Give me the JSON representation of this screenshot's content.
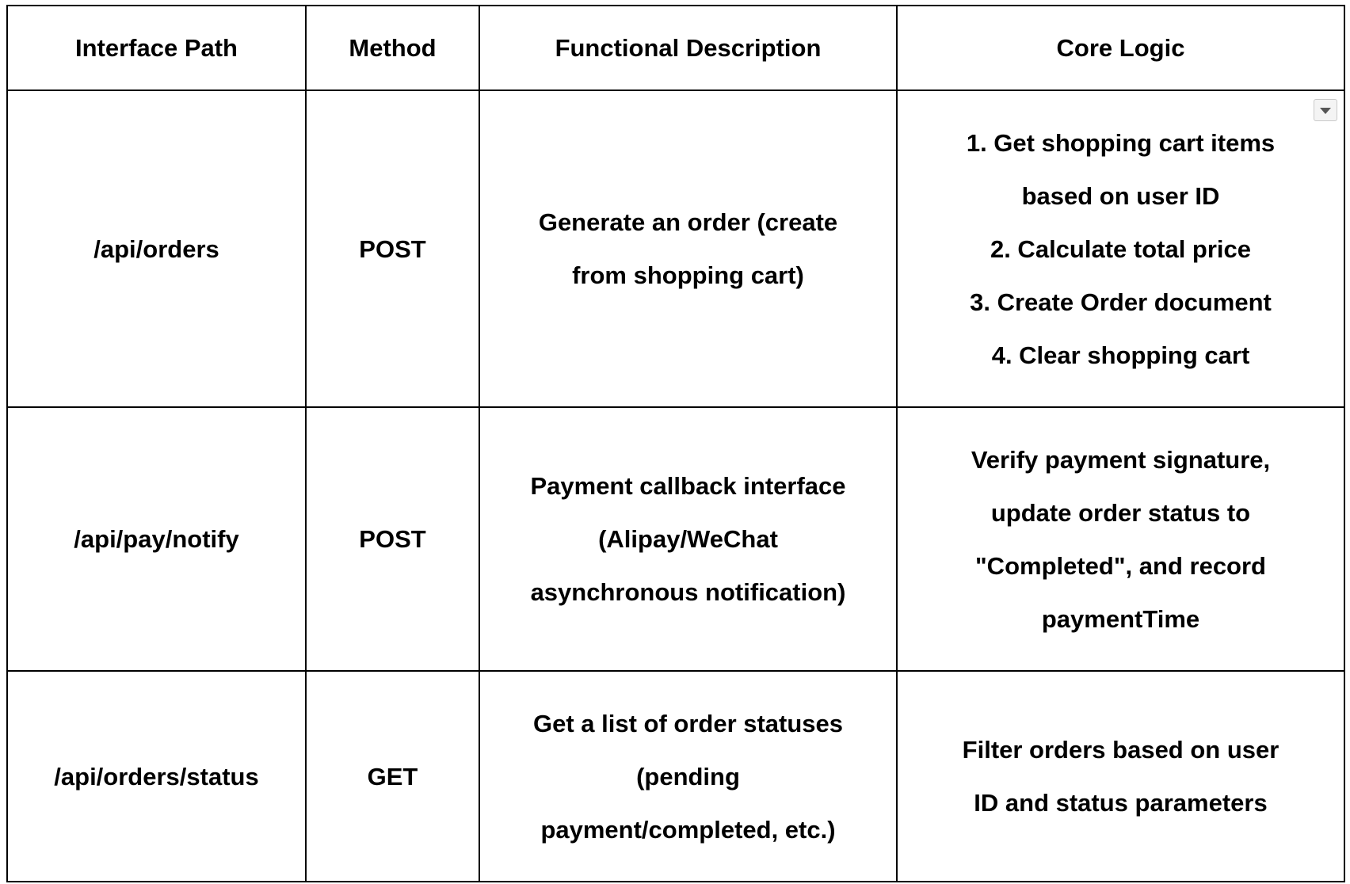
{
  "table": {
    "headers": [
      "Interface Path",
      "Method",
      "Functional Description",
      "Core Logic"
    ],
    "rows": [
      {
        "path": "/api/orders",
        "method": "POST",
        "description": [
          "Generate an order (create",
          "from shopping cart)"
        ],
        "logic": [
          "1. Get shopping cart items",
          "based on user ID",
          "2. Calculate total price",
          "3. Create Order document",
          "4. Clear shopping cart"
        ]
      },
      {
        "path": "/api/pay/notify",
        "method": "POST",
        "description": [
          "Payment callback interface",
          "(Alipay/WeChat",
          "asynchronous notification)"
        ],
        "logic": [
          "Verify payment signature,",
          "update order status to",
          "\"Completed\", and record",
          "paymentTime"
        ]
      },
      {
        "path": "/api/orders/status",
        "method": "GET",
        "description": [
          "Get a list of order statuses",
          "(pending",
          "payment/completed, etc.)"
        ],
        "logic": [
          "Filter orders based on user",
          "ID and status parameters"
        ]
      }
    ],
    "dropdown_icon": "chevron-down-icon"
  }
}
